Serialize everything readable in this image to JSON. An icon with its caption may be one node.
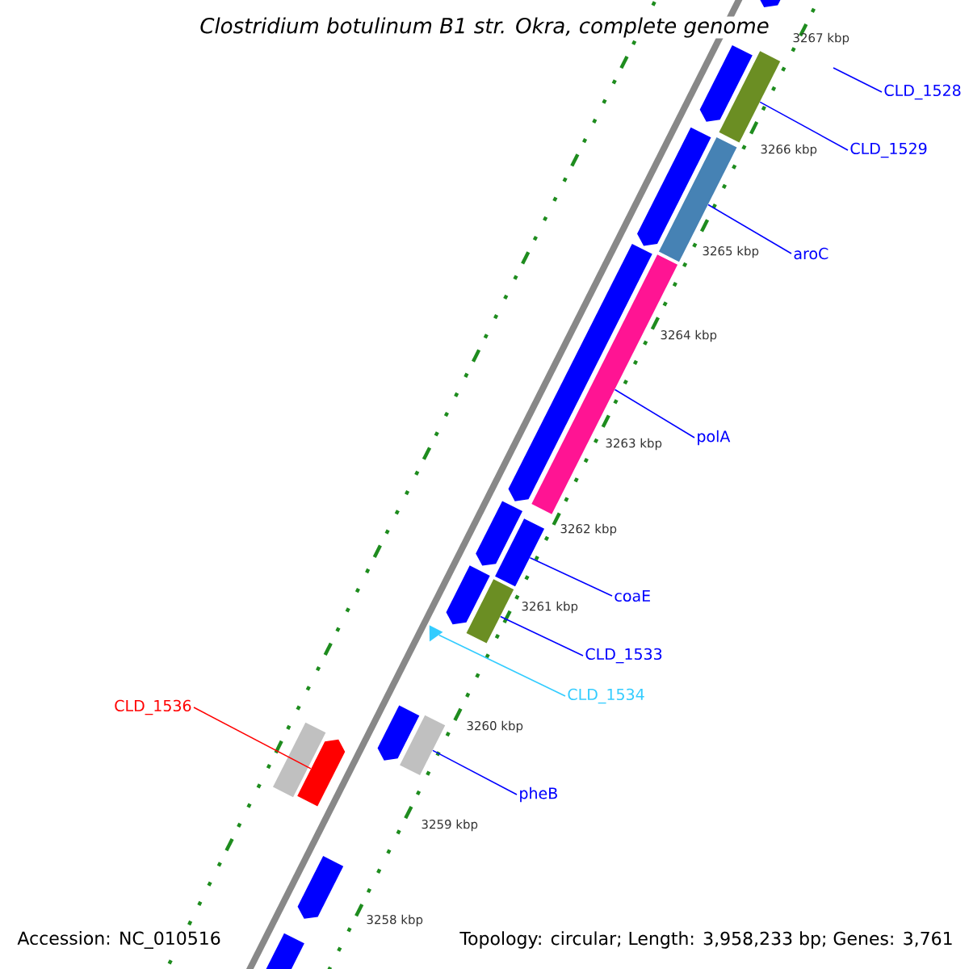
{
  "diagram": {
    "title": "Clostridium botulinum B1 str. Okra, complete genome",
    "nodes": [
      {
        "text": [
          "CLD_1528"
        ]
      },
      {
        "text": [
          "CLD_1529"
        ]
      },
      {
        "text": [
          "aroC"
        ]
      },
      {
        "text": [
          "polA"
        ]
      },
      {
        "text": [
          "coaE"
        ]
      },
      {
        "text": [
          "CLD_1533"
        ]
      },
      {
        "text": [
          "CLD_1534"
        ]
      },
      {
        "text": [
          "pheB"
        ]
      },
      {
        "text": [
          "CLD_1536"
        ]
      },
      {
        "text": [],
        "shape": "bar"
      },
      {
        "text": [],
        "shape": "bar"
      },
      {
        "text": [],
        "shape": "bar"
      },
      {
        "text": [],
        "shape": "bar"
      },
      {
        "text": [],
        "shape": "bar"
      },
      {
        "text": [],
        "shape": "triangle"
      },
      {
        "text": [],
        "shape": "bar"
      },
      {
        "text": [],
        "shape": "arrow"
      },
      {
        "text": [],
        "shape": "arrow"
      },
      {
        "text": [],
        "shape": "arrow"
      },
      {
        "text": [],
        "shape": "arrow"
      },
      {
        "text": [],
        "shape": "arrow"
      },
      {
        "text": [],
        "shape": "arrow"
      },
      {
        "text": [],
        "shape": "arrow"
      },
      {
        "text": [],
        "shape": "arrow"
      },
      {
        "text": [],
        "shape": "bar"
      },
      {
        "text": [],
        "shape": "arrow"
      },
      {
        "text": [],
        "shape": "arrow"
      }
    ],
    "edges": [
      {
        "from": 0,
        "to": null,
        "arrow": "none"
      },
      {
        "from": 1,
        "to": 9,
        "arrow": "none"
      },
      {
        "from": 2,
        "to": 10,
        "arrow": "none"
      },
      {
        "from": 3,
        "to": 11,
        "arrow": "none"
      },
      {
        "from": 4,
        "to": 12,
        "arrow": "none"
      },
      {
        "from": 5,
        "to": 13,
        "arrow": "none"
      },
      {
        "from": 6,
        "to": 14,
        "arrow": "none",
        "color": "#33ccff"
      },
      {
        "from": 7,
        "to": 15,
        "arrow": "none"
      },
      {
        "from": 8,
        "to": 16,
        "arrow": "none",
        "color": "#ff0000"
      }
    ],
    "labels": [
      "3267 kbp",
      "3266 kbp",
      "3265 kbp",
      "3264 kbp",
      "3263 kbp",
      "3262 kbp",
      "3261 kbp",
      "3260 kbp",
      "3259 kbp",
      "3258 kbp",
      "Accession: NC_010516",
      "Topology: circular; Length: 3,958,233 bp; Genes: 3,761"
    ]
  }
}
